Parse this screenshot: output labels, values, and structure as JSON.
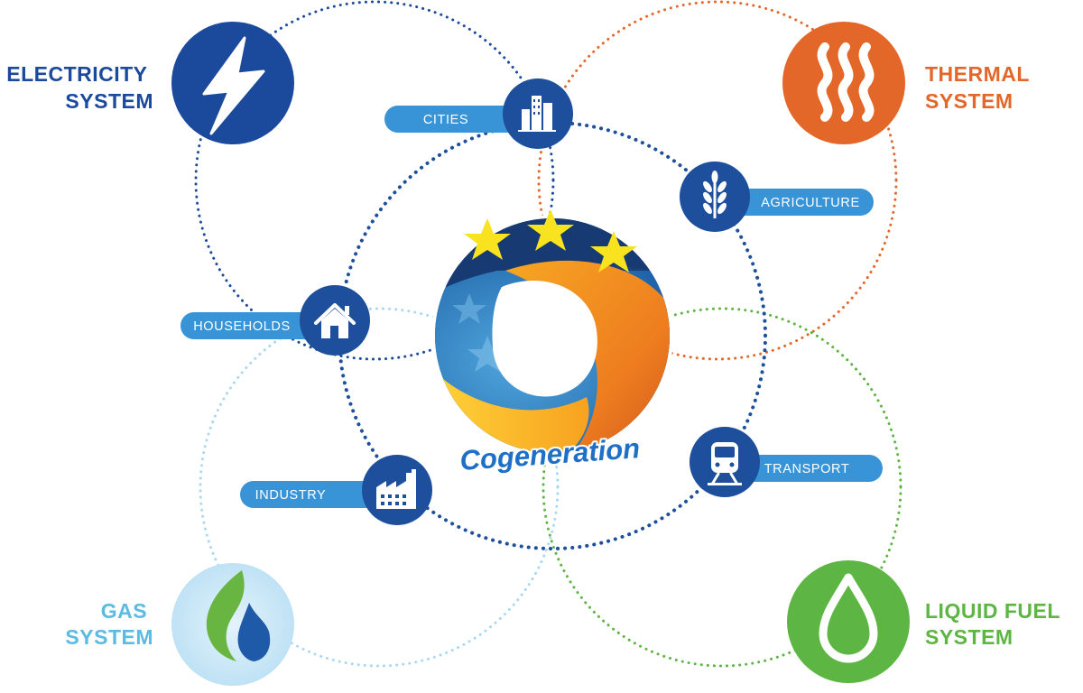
{
  "systems": {
    "electricity": {
      "line1": "ELECTRICITY",
      "line2": "SYSTEM",
      "icon": "lightning-bolt-icon"
    },
    "thermal": {
      "line1": "THERMAL",
      "line2": "SYSTEM",
      "icon": "heat-waves-icon"
    },
    "gas": {
      "line1": "GAS",
      "line2": "SYSTEM",
      "icon": "gas-flame-icon"
    },
    "liquid_fuel": {
      "line1": "LIQUID FUEL",
      "line2": "SYSTEM",
      "icon": "fuel-drop-icon"
    }
  },
  "sectors": {
    "cities": {
      "label": "CITIES",
      "icon": "city-buildings-icon"
    },
    "agriculture": {
      "label": "AGRICULTURE",
      "icon": "wheat-icon"
    },
    "households": {
      "label": "HOUSEHOLDS",
      "icon": "house-icon"
    },
    "industry": {
      "label": "INDUSTRY",
      "icon": "factory-icon"
    },
    "transport": {
      "label": "TRANSPORT",
      "icon": "train-icon"
    }
  },
  "logo": {
    "text": "Cogeneration"
  },
  "colors": {
    "electricity": "#1b4a9c",
    "thermal": "#e4672a",
    "gas_text": "#5bbbe2",
    "gas_circle": "#c7e6f6",
    "liquid_fuel": "#5db543",
    "sector_circle": "#1d4f9c",
    "pill": "#3894d6",
    "logo_text": "#1f6fc6"
  }
}
